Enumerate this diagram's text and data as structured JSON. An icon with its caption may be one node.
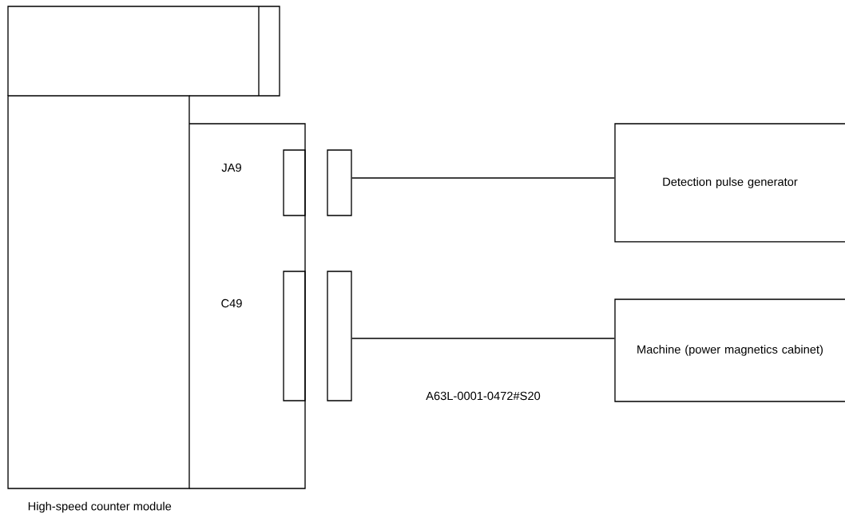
{
  "diagram": {
    "nodes": [
      {
        "text": [],
        "shape": "box",
        "beside": [
          "High-speed counter module"
        ]
      },
      {
        "text": [],
        "shape": "box"
      },
      {
        "text": [],
        "shape": "box"
      },
      {
        "text": [
          "Detection pulse generator"
        ]
      },
      {
        "text": [],
        "shape": "box"
      },
      {
        "text": [],
        "shape": "box"
      },
      {
        "text": [
          "Machine (power magnetics cabinet)"
        ]
      }
    ],
    "edges": [
      {
        "from": 2,
        "to": 3,
        "arrow": "none"
      },
      {
        "from": 5,
        "to": 6,
        "arrow": "none",
        "label": "A63L-0001-0472#S20"
      }
    ],
    "labels": [
      "JA9",
      "C49"
    ]
  }
}
